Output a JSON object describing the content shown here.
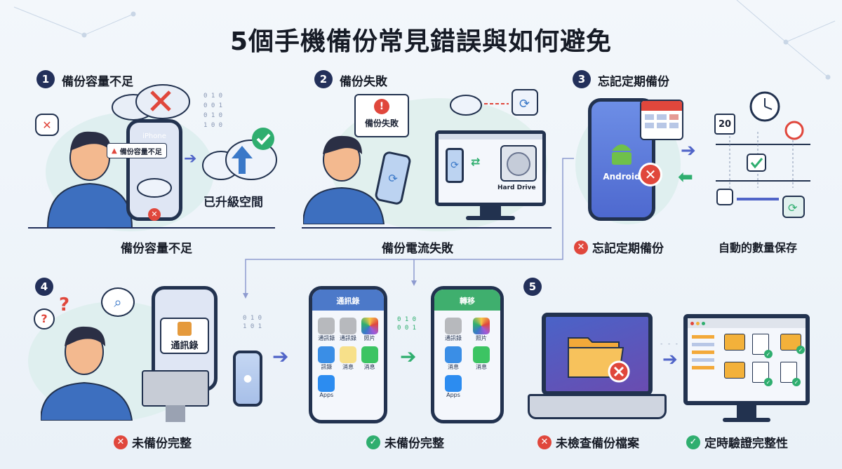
{
  "title": "5個手機備份常見錯誤與如何避免",
  "sections": [
    {
      "num": "1",
      "title": "備份容量不足",
      "phone_label": "iPhone",
      "alert": "備份容量不足",
      "upgrade_label": "已升級空間",
      "caption": "備份容量不足"
    },
    {
      "num": "2",
      "title": "備份失敗",
      "bubble": "備份失敗",
      "hd_label": "Hard Drive",
      "caption": "備份電流失敗"
    },
    {
      "num": "3",
      "title": "忘記定期備份",
      "phone_label": "Android",
      "calendar_day": "20",
      "caption_bad": "忘記定期備份",
      "caption_good": "自動的數量保存"
    },
    {
      "num": "4",
      "contacts_label": "通訊錄",
      "phone_a_title": "通訊錄",
      "phone_b_title": "轉移",
      "apps_a": [
        "通訊錄",
        "通訊錄",
        "照片",
        "訊錄",
        "消息",
        "消息",
        "Apps"
      ],
      "apps_b": [
        "通訊錄",
        "照片",
        "消息",
        "消息",
        "Apps"
      ],
      "caption_bad": "未備份完整",
      "caption_good": "未備份完整"
    },
    {
      "num": "5",
      "caption_bad": "未檢查備份檔案",
      "caption_good": "定時驗證完整性"
    }
  ],
  "decor": {
    "binary": [
      "0 1 0",
      "0 0 1",
      "0 1 0",
      "1 0 0",
      "1 0 1"
    ]
  }
}
